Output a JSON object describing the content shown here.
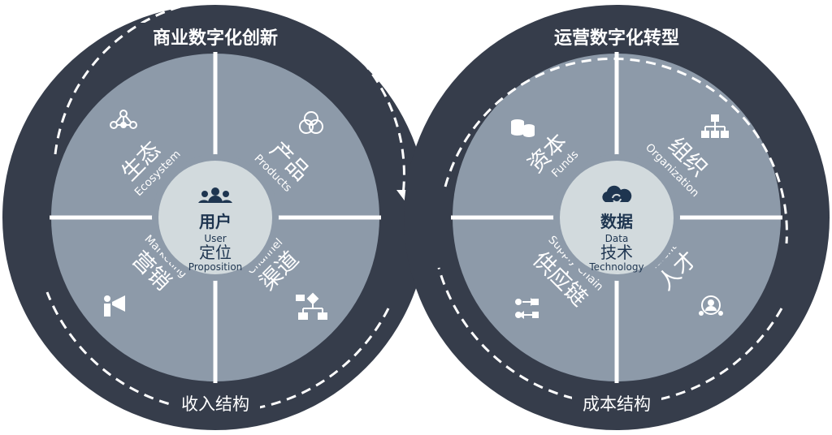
{
  "left": {
    "title": "商业数字化创新",
    "bottom": "收入结构",
    "center": {
      "cn_top": "用户",
      "en_top": "User",
      "cn_bottom": "定位",
      "en_bottom": "Proposition",
      "icon": "users-icon"
    },
    "quadrants": [
      {
        "cn": "生态",
        "en": "Ecosystem",
        "icon": "network-icon"
      },
      {
        "cn": "产品",
        "en": "Products",
        "icon": "venn-icon"
      },
      {
        "cn": "营销",
        "en": "Marketing",
        "icon": "megaphone-icon"
      },
      {
        "cn": "渠道",
        "en": "Channel",
        "icon": "flowchart-icon"
      }
    ]
  },
  "right": {
    "title": "运营数字化转型",
    "bottom": "成本结构",
    "center": {
      "cn_top": "数据",
      "en_top": "Data",
      "cn_bottom": "技术",
      "en_bottom": "Technology",
      "icon": "cloud-sync-icon"
    },
    "quadrants": [
      {
        "cn": "资本",
        "en": "Funds",
        "icon": "coins-icon"
      },
      {
        "cn": "组织",
        "en": "Organization",
        "icon": "org-chart-icon"
      },
      {
        "cn": "供应链",
        "en": "Supply Chain",
        "icon": "supply-flow-icon"
      },
      {
        "cn": "人才",
        "en": "Talent",
        "icon": "talent-icon"
      }
    ]
  },
  "colors": {
    "ring": "#363d4b",
    "segment": "#8d9aa9",
    "center": "#d2dadd",
    "center_text": "#1e3550"
  }
}
